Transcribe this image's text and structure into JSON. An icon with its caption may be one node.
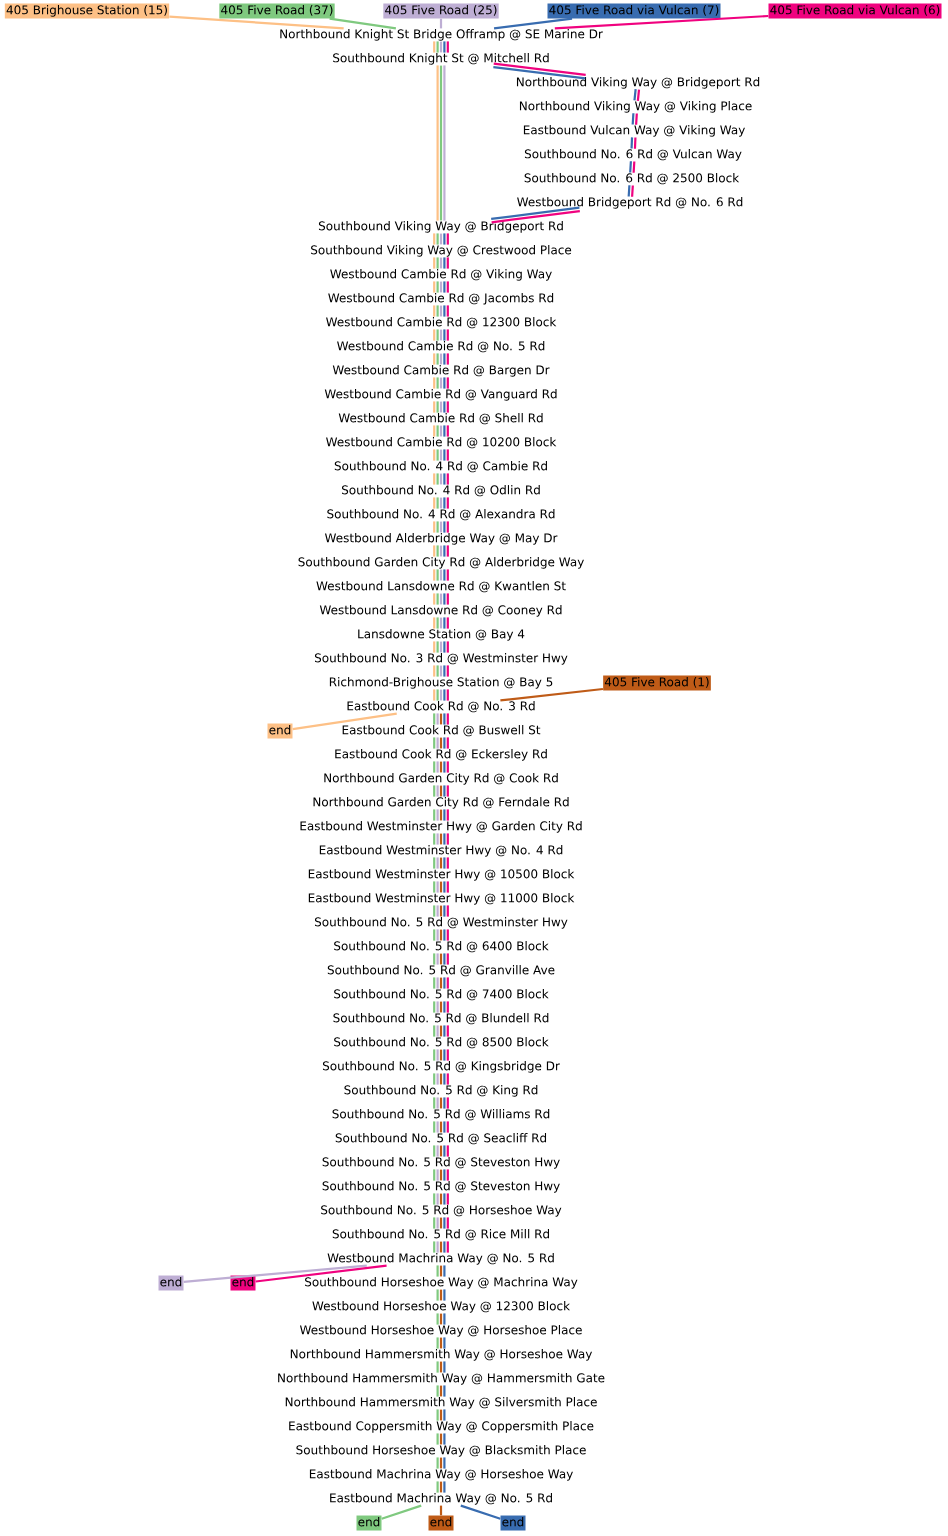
{
  "diagram": {
    "nodes": [
      {
        "text": [
          "405 Brighouse Station (15)"
        ]
      },
      {
        "text": [
          "405 Five Road (37)"
        ]
      },
      {
        "text": [
          "405 Five Road (25)"
        ]
      },
      {
        "text": [
          "405 Five Road via Vulcan (7)"
        ]
      },
      {
        "text": [
          "405 Five Road via Vulcan (6)"
        ]
      },
      {
        "text": [
          "Northbound Knight St Bridge Offramp @ SE Marine Dr"
        ]
      },
      {
        "text": [
          "Southbound Knight St @ Mitchell Rd"
        ]
      },
      {
        "text": [
          "Northbound Viking Way @ Bridgeport Rd"
        ]
      },
      {
        "text": [
          "Northbound Viking Way @ Viking Place"
        ]
      },
      {
        "text": [
          "Eastbound Vulcan Way @ Viking Way"
        ]
      },
      {
        "text": [
          "Southbound No. 6 Rd @ Vulcan Way"
        ]
      },
      {
        "text": [
          "Southbound No. 6 Rd @ 2500 Block"
        ]
      },
      {
        "text": [
          "Westbound Bridgeport Rd @ No. 6 Rd"
        ]
      },
      {
        "text": [
          "Southbound Viking Way @ Bridgeport Rd"
        ]
      },
      {
        "text": [
          "Southbound Viking Way @ Crestwood Place"
        ]
      },
      {
        "text": [
          "Westbound Cambie Rd @ Viking Way"
        ]
      },
      {
        "text": [
          "Westbound Cambie Rd @ Jacombs Rd"
        ]
      },
      {
        "text": [
          "Westbound Cambie Rd @ 12300 Block"
        ]
      },
      {
        "text": [
          "Westbound Cambie Rd @ No. 5 Rd"
        ]
      },
      {
        "text": [
          "Westbound Cambie Rd @ Bargen Dr"
        ]
      },
      {
        "text": [
          "Westbound Cambie Rd @ Vanguard Rd"
        ]
      },
      {
        "text": [
          "Westbound Cambie Rd @ Shell Rd"
        ]
      },
      {
        "text": [
          "Westbound Cambie Rd @ 10200 Block"
        ]
      },
      {
        "text": [
          "Southbound No. 4 Rd @ Cambie Rd"
        ]
      },
      {
        "text": [
          "Southbound No. 4 Rd @ Odlin Rd"
        ]
      },
      {
        "text": [
          "Southbound No. 4 Rd @ Alexandra Rd"
        ]
      },
      {
        "text": [
          "Westbound Alderbridge Way @ May Dr"
        ]
      },
      {
        "text": [
          "Southbound Garden City Rd @ Alderbridge Way"
        ]
      },
      {
        "text": [
          "Westbound Lansdowne Rd @ Kwantlen St"
        ]
      },
      {
        "text": [
          "Westbound Lansdowne Rd @ Cooney Rd"
        ]
      },
      {
        "text": [
          "Lansdowne Station @ Bay 4"
        ]
      },
      {
        "text": [
          "Southbound No. 3 Rd @ Westminster Hwy"
        ]
      },
      {
        "text": [
          "Richmond-Brighouse Station @ Bay 5"
        ]
      },
      {
        "text": [
          "405 Five Road (1)"
        ]
      },
      {
        "text": [
          "Eastbound Cook Rd @ No. 3 Rd"
        ]
      },
      {
        "text": [
          "end"
        ]
      },
      {
        "text": [
          "Eastbound Cook Rd @ Buswell St"
        ]
      },
      {
        "text": [
          "Eastbound Cook Rd @ Eckersley Rd"
        ]
      },
      {
        "text": [
          "Northbound Garden City Rd @ Cook Rd"
        ]
      },
      {
        "text": [
          "Northbound Garden City Rd @ Ferndale Rd"
        ]
      },
      {
        "text": [
          "Eastbound Westminster Hwy @ Garden City Rd"
        ]
      },
      {
        "text": [
          "Eastbound Westminster Hwy @ No. 4 Rd"
        ]
      },
      {
        "text": [
          "Eastbound Westminster Hwy @ 10500 Block"
        ]
      },
      {
        "text": [
          "Eastbound Westminster Hwy @ 11000 Block"
        ]
      },
      {
        "text": [
          "Southbound No. 5 Rd @ Westminster Hwy"
        ]
      },
      {
        "text": [
          "Southbound No. 5 Rd @ 6400 Block"
        ]
      },
      {
        "text": [
          "Southbound No. 5 Rd @ Granville Ave"
        ]
      },
      {
        "text": [
          "Southbound No. 5 Rd @ 7400 Block"
        ]
      },
      {
        "text": [
          "Southbound No. 5 Rd @ Blundell Rd"
        ]
      },
      {
        "text": [
          "Southbound No. 5 Rd @ 8500 Block"
        ]
      },
      {
        "text": [
          "Southbound No. 5 Rd @ Kingsbridge Dr"
        ]
      },
      {
        "text": [
          "Southbound No. 5 Rd @ King Rd"
        ]
      },
      {
        "text": [
          "Southbound No. 5 Rd @ Williams Rd"
        ]
      },
      {
        "text": [
          "Southbound No. 5 Rd @ Seacliff Rd"
        ]
      },
      {
        "text": [
          "Southbound No. 5 Rd @ Steveston Hwy"
        ]
      },
      {
        "text": [
          "Southbound No. 5 Rd @ Steveston Hwy"
        ]
      },
      {
        "text": [
          "Southbound No. 5 Rd @ Horseshoe Way"
        ]
      },
      {
        "text": [
          "Southbound No. 5 Rd @ Rice Mill Rd"
        ]
      },
      {
        "text": [
          "Westbound Machrina Way @ No. 5 Rd"
        ]
      },
      {
        "text": [
          "end"
        ]
      },
      {
        "text": [
          "end"
        ]
      },
      {
        "text": [
          "Southbound Horseshoe Way @ Machrina Way"
        ]
      },
      {
        "text": [
          "Westbound Horseshoe Way @ 12300 Block"
        ]
      },
      {
        "text": [
          "Westbound Horseshoe Way @ Horseshoe Place"
        ]
      },
      {
        "text": [
          "Northbound Hammersmith Way @ Horseshoe Way"
        ]
      },
      {
        "text": [
          "Northbound Hammersmith Way @ Hammersmith Gate"
        ]
      },
      {
        "text": [
          "Northbound Hammersmith Way @ Silversmith Place"
        ]
      },
      {
        "text": [
          "Eastbound Coppersmith Way @ Coppersmith Place"
        ]
      },
      {
        "text": [
          "Southbound Horseshoe Way @ Blacksmith Place"
        ]
      },
      {
        "text": [
          "Eastbound Machrina Way @ Horseshoe Way"
        ]
      },
      {
        "text": [
          "Eastbound Machrina Way @ No. 5 Rd"
        ]
      },
      {
        "text": [
          "end"
        ]
      },
      {
        "text": [
          "end"
        ]
      },
      {
        "text": [
          "end"
        ]
      }
    ],
    "edges": [
      {
        "from": 0,
        "to": 5,
        "arrow": "none",
        "color": "#fdc086"
      },
      {
        "from": 5,
        "to": 6,
        "arrow": "none",
        "color": "#fdc086"
      },
      {
        "from": 6,
        "to": 13,
        "arrow": "none",
        "color": "#fdc086"
      },
      {
        "from": 13,
        "to": 14,
        "arrow": "none",
        "color": "#fdc086"
      },
      {
        "from": 14,
        "to": 15,
        "arrow": "none",
        "color": "#fdc086"
      },
      {
        "from": 15,
        "to": 16,
        "arrow": "none",
        "color": "#fdc086"
      },
      {
        "from": 16,
        "to": 17,
        "arrow": "none",
        "color": "#fdc086"
      },
      {
        "from": 17,
        "to": 18,
        "arrow": "none",
        "color": "#fdc086"
      },
      {
        "from": 18,
        "to": 19,
        "arrow": "none",
        "color": "#fdc086"
      },
      {
        "from": 19,
        "to": 20,
        "arrow": "none",
        "color": "#fdc086"
      },
      {
        "from": 20,
        "to": 21,
        "arrow": "none",
        "color": "#fdc086"
      },
      {
        "from": 21,
        "to": 22,
        "arrow": "none",
        "color": "#fdc086"
      },
      {
        "from": 22,
        "to": 23,
        "arrow": "none",
        "color": "#fdc086"
      },
      {
        "from": 23,
        "to": 24,
        "arrow": "none",
        "color": "#fdc086"
      },
      {
        "from": 24,
        "to": 25,
        "arrow": "none",
        "color": "#fdc086"
      },
      {
        "from": 25,
        "to": 26,
        "arrow": "none",
        "color": "#fdc086"
      },
      {
        "from": 26,
        "to": 27,
        "arrow": "none",
        "color": "#fdc086"
      },
      {
        "from": 27,
        "to": 28,
        "arrow": "none",
        "color": "#fdc086"
      },
      {
        "from": 28,
        "to": 29,
        "arrow": "none",
        "color": "#fdc086"
      },
      {
        "from": 29,
        "to": 30,
        "arrow": "none",
        "color": "#fdc086"
      },
      {
        "from": 30,
        "to": 31,
        "arrow": "none",
        "color": "#fdc086"
      },
      {
        "from": 31,
        "to": 32,
        "arrow": "none",
        "color": "#fdc086"
      },
      {
        "from": 32,
        "to": 34,
        "arrow": "none",
        "color": "#fdc086"
      },
      {
        "from": 34,
        "to": 35,
        "arrow": "none",
        "color": "#fdc086"
      },
      {
        "from": 1,
        "to": 5,
        "arrow": "none",
        "color": "#7fc97f"
      },
      {
        "from": 5,
        "to": 6,
        "arrow": "none",
        "color": "#7fc97f"
      },
      {
        "from": 6,
        "to": 13,
        "arrow": "none",
        "color": "#7fc97f"
      },
      {
        "from": 13,
        "to": 14,
        "arrow": "none",
        "color": "#7fc97f"
      },
      {
        "from": 14,
        "to": 15,
        "arrow": "none",
        "color": "#7fc97f"
      },
      {
        "from": 15,
        "to": 16,
        "arrow": "none",
        "color": "#7fc97f"
      },
      {
        "from": 16,
        "to": 17,
        "arrow": "none",
        "color": "#7fc97f"
      },
      {
        "from": 17,
        "to": 18,
        "arrow": "none",
        "color": "#7fc97f"
      },
      {
        "from": 18,
        "to": 19,
        "arrow": "none",
        "color": "#7fc97f"
      },
      {
        "from": 19,
        "to": 20,
        "arrow": "none",
        "color": "#7fc97f"
      },
      {
        "from": 20,
        "to": 21,
        "arrow": "none",
        "color": "#7fc97f"
      },
      {
        "from": 21,
        "to": 22,
        "arrow": "none",
        "color": "#7fc97f"
      },
      {
        "from": 22,
        "to": 23,
        "arrow": "none",
        "color": "#7fc97f"
      },
      {
        "from": 23,
        "to": 24,
        "arrow": "none",
        "color": "#7fc97f"
      },
      {
        "from": 24,
        "to": 25,
        "arrow": "none",
        "color": "#7fc97f"
      },
      {
        "from": 25,
        "to": 26,
        "arrow": "none",
        "color": "#7fc97f"
      },
      {
        "from": 26,
        "to": 27,
        "arrow": "none",
        "color": "#7fc97f"
      },
      {
        "from": 27,
        "to": 28,
        "arrow": "none",
        "color": "#7fc97f"
      },
      {
        "from": 28,
        "to": 29,
        "arrow": "none",
        "color": "#7fc97f"
      },
      {
        "from": 29,
        "to": 30,
        "arrow": "none",
        "color": "#7fc97f"
      },
      {
        "from": 30,
        "to": 31,
        "arrow": "none",
        "color": "#7fc97f"
      },
      {
        "from": 31,
        "to": 32,
        "arrow": "none",
        "color": "#7fc97f"
      },
      {
        "from": 32,
        "to": 34,
        "arrow": "none",
        "color": "#7fc97f"
      },
      {
        "from": 34,
        "to": 36,
        "arrow": "none",
        "color": "#7fc97f"
      },
      {
        "from": 36,
        "to": 37,
        "arrow": "none",
        "color": "#7fc97f"
      },
      {
        "from": 37,
        "to": 38,
        "arrow": "none",
        "color": "#7fc97f"
      },
      {
        "from": 38,
        "to": 39,
        "arrow": "none",
        "color": "#7fc97f"
      },
      {
        "from": 39,
        "to": 40,
        "arrow": "none",
        "color": "#7fc97f"
      },
      {
        "from": 40,
        "to": 41,
        "arrow": "none",
        "color": "#7fc97f"
      },
      {
        "from": 41,
        "to": 42,
        "arrow": "none",
        "color": "#7fc97f"
      },
      {
        "from": 42,
        "to": 43,
        "arrow": "none",
        "color": "#7fc97f"
      },
      {
        "from": 43,
        "to": 44,
        "arrow": "none",
        "color": "#7fc97f"
      },
      {
        "from": 44,
        "to": 45,
        "arrow": "none",
        "color": "#7fc97f"
      },
      {
        "from": 45,
        "to": 46,
        "arrow": "none",
        "color": "#7fc97f"
      },
      {
        "from": 46,
        "to": 47,
        "arrow": "none",
        "color": "#7fc97f"
      },
      {
        "from": 47,
        "to": 48,
        "arrow": "none",
        "color": "#7fc97f"
      },
      {
        "from": 48,
        "to": 49,
        "arrow": "none",
        "color": "#7fc97f"
      },
      {
        "from": 49,
        "to": 50,
        "arrow": "none",
        "color": "#7fc97f"
      },
      {
        "from": 50,
        "to": 51,
        "arrow": "none",
        "color": "#7fc97f"
      },
      {
        "from": 51,
        "to": 52,
        "arrow": "none",
        "color": "#7fc97f"
      },
      {
        "from": 52,
        "to": 53,
        "arrow": "none",
        "color": "#7fc97f"
      },
      {
        "from": 53,
        "to": 54,
        "arrow": "none",
        "color": "#7fc97f"
      },
      {
        "from": 54,
        "to": 55,
        "arrow": "none",
        "color": "#7fc97f"
      },
      {
        "from": 55,
        "to": 56,
        "arrow": "none",
        "color": "#7fc97f"
      },
      {
        "from": 56,
        "to": 57,
        "arrow": "none",
        "color": "#7fc97f"
      },
      {
        "from": 57,
        "to": 58,
        "arrow": "none",
        "color": "#7fc97f"
      },
      {
        "from": 58,
        "to": 61,
        "arrow": "none",
        "color": "#7fc97f"
      },
      {
        "from": 61,
        "to": 62,
        "arrow": "none",
        "color": "#7fc97f"
      },
      {
        "from": 62,
        "to": 63,
        "arrow": "none",
        "color": "#7fc97f"
      },
      {
        "from": 63,
        "to": 64,
        "arrow": "none",
        "color": "#7fc97f"
      },
      {
        "from": 64,
        "to": 65,
        "arrow": "none",
        "color": "#7fc97f"
      },
      {
        "from": 65,
        "to": 66,
        "arrow": "none",
        "color": "#7fc97f"
      },
      {
        "from": 66,
        "to": 67,
        "arrow": "none",
        "color": "#7fc97f"
      },
      {
        "from": 67,
        "to": 68,
        "arrow": "none",
        "color": "#7fc97f"
      },
      {
        "from": 68,
        "to": 69,
        "arrow": "none",
        "color": "#7fc97f"
      },
      {
        "from": 69,
        "to": 70,
        "arrow": "none",
        "color": "#7fc97f"
      },
      {
        "from": 70,
        "to": 71,
        "arrow": "none",
        "color": "#7fc97f"
      },
      {
        "from": 2,
        "to": 5,
        "arrow": "none",
        "color": "#beaed4"
      },
      {
        "from": 5,
        "to": 6,
        "arrow": "none",
        "color": "#beaed4"
      },
      {
        "from": 6,
        "to": 13,
        "arrow": "none",
        "color": "#beaed4"
      },
      {
        "from": 13,
        "to": 14,
        "arrow": "none",
        "color": "#beaed4"
      },
      {
        "from": 14,
        "to": 15,
        "arrow": "none",
        "color": "#beaed4"
      },
      {
        "from": 15,
        "to": 16,
        "arrow": "none",
        "color": "#beaed4"
      },
      {
        "from": 16,
        "to": 17,
        "arrow": "none",
        "color": "#beaed4"
      },
      {
        "from": 17,
        "to": 18,
        "arrow": "none",
        "color": "#beaed4"
      },
      {
        "from": 18,
        "to": 19,
        "arrow": "none",
        "color": "#beaed4"
      },
      {
        "from": 19,
        "to": 20,
        "arrow": "none",
        "color": "#beaed4"
      },
      {
        "from": 20,
        "to": 21,
        "arrow": "none",
        "color": "#beaed4"
      },
      {
        "from": 21,
        "to": 22,
        "arrow": "none",
        "color": "#beaed4"
      },
      {
        "from": 22,
        "to": 23,
        "arrow": "none",
        "color": "#beaed4"
      },
      {
        "from": 23,
        "to": 24,
        "arrow": "none",
        "color": "#beaed4"
      },
      {
        "from": 24,
        "to": 25,
        "arrow": "none",
        "color": "#beaed4"
      },
      {
        "from": 25,
        "to": 26,
        "arrow": "none",
        "color": "#beaed4"
      },
      {
        "from": 26,
        "to": 27,
        "arrow": "none",
        "color": "#beaed4"
      },
      {
        "from": 27,
        "to": 28,
        "arrow": "none",
        "color": "#beaed4"
      },
      {
        "from": 28,
        "to": 29,
        "arrow": "none",
        "color": "#beaed4"
      },
      {
        "from": 29,
        "to": 30,
        "arrow": "none",
        "color": "#beaed4"
      },
      {
        "from": 30,
        "to": 31,
        "arrow": "none",
        "color": "#beaed4"
      },
      {
        "from": 31,
        "to": 32,
        "arrow": "none",
        "color": "#beaed4"
      },
      {
        "from": 32,
        "to": 34,
        "arrow": "none",
        "color": "#beaed4"
      },
      {
        "from": 34,
        "to": 36,
        "arrow": "none",
        "color": "#beaed4"
      },
      {
        "from": 36,
        "to": 37,
        "arrow": "none",
        "color": "#beaed4"
      },
      {
        "from": 37,
        "to": 38,
        "arrow": "none",
        "color": "#beaed4"
      },
      {
        "from": 38,
        "to": 39,
        "arrow": "none",
        "color": "#beaed4"
      },
      {
        "from": 39,
        "to": 40,
        "arrow": "none",
        "color": "#beaed4"
      },
      {
        "from": 40,
        "to": 41,
        "arrow": "none",
        "color": "#beaed4"
      },
      {
        "from": 41,
        "to": 42,
        "arrow": "none",
        "color": "#beaed4"
      },
      {
        "from": 42,
        "to": 43,
        "arrow": "none",
        "color": "#beaed4"
      },
      {
        "from": 43,
        "to": 44,
        "arrow": "none",
        "color": "#beaed4"
      },
      {
        "from": 44,
        "to": 45,
        "arrow": "none",
        "color": "#beaed4"
      },
      {
        "from": 45,
        "to": 46,
        "arrow": "none",
        "color": "#beaed4"
      },
      {
        "from": 46,
        "to": 47,
        "arrow": "none",
        "color": "#beaed4"
      },
      {
        "from": 47,
        "to": 48,
        "arrow": "none",
        "color": "#beaed4"
      },
      {
        "from": 48,
        "to": 49,
        "arrow": "none",
        "color": "#beaed4"
      },
      {
        "from": 49,
        "to": 50,
        "arrow": "none",
        "color": "#beaed4"
      },
      {
        "from": 50,
        "to": 51,
        "arrow": "none",
        "color": "#beaed4"
      },
      {
        "from": 51,
        "to": 52,
        "arrow": "none",
        "color": "#beaed4"
      },
      {
        "from": 52,
        "to": 53,
        "arrow": "none",
        "color": "#beaed4"
      },
      {
        "from": 53,
        "to": 54,
        "arrow": "none",
        "color": "#beaed4"
      },
      {
        "from": 54,
        "to": 55,
        "arrow": "none",
        "color": "#beaed4"
      },
      {
        "from": 55,
        "to": 56,
        "arrow": "none",
        "color": "#beaed4"
      },
      {
        "from": 56,
        "to": 57,
        "arrow": "none",
        "color": "#beaed4"
      },
      {
        "from": 57,
        "to": 58,
        "arrow": "none",
        "color": "#beaed4"
      },
      {
        "from": 58,
        "to": 59,
        "arrow": "none",
        "color": "#beaed4"
      },
      {
        "from": 33,
        "to": 34,
        "arrow": "none",
        "color": "#bf5b17"
      },
      {
        "from": 34,
        "to": 36,
        "arrow": "none",
        "color": "#bf5b17"
      },
      {
        "from": 36,
        "to": 37,
        "arrow": "none",
        "color": "#bf5b17"
      },
      {
        "from": 37,
        "to": 38,
        "arrow": "none",
        "color": "#bf5b17"
      },
      {
        "from": 38,
        "to": 39,
        "arrow": "none",
        "color": "#bf5b17"
      },
      {
        "from": 39,
        "to": 40,
        "arrow": "none",
        "color": "#bf5b17"
      },
      {
        "from": 40,
        "to": 41,
        "arrow": "none",
        "color": "#bf5b17"
      },
      {
        "from": 41,
        "to": 42,
        "arrow": "none",
        "color": "#bf5b17"
      },
      {
        "from": 42,
        "to": 43,
        "arrow": "none",
        "color": "#bf5b17"
      },
      {
        "from": 43,
        "to": 44,
        "arrow": "none",
        "color": "#bf5b17"
      },
      {
        "from": 44,
        "to": 45,
        "arrow": "none",
        "color": "#bf5b17"
      },
      {
        "from": 45,
        "to": 46,
        "arrow": "none",
        "color": "#bf5b17"
      },
      {
        "from": 46,
        "to": 47,
        "arrow": "none",
        "color": "#bf5b17"
      },
      {
        "from": 47,
        "to": 48,
        "arrow": "none",
        "color": "#bf5b17"
      },
      {
        "from": 48,
        "to": 49,
        "arrow": "none",
        "color": "#bf5b17"
      },
      {
        "from": 49,
        "to": 50,
        "arrow": "none",
        "color": "#bf5b17"
      },
      {
        "from": 50,
        "to": 51,
        "arrow": "none",
        "color": "#bf5b17"
      },
      {
        "from": 51,
        "to": 52,
        "arrow": "none",
        "color": "#bf5b17"
      },
      {
        "from": 52,
        "to": 53,
        "arrow": "none",
        "color": "#bf5b17"
      },
      {
        "from": 53,
        "to": 54,
        "arrow": "none",
        "color": "#bf5b17"
      },
      {
        "from": 54,
        "to": 55,
        "arrow": "none",
        "color": "#bf5b17"
      },
      {
        "from": 55,
        "to": 56,
        "arrow": "none",
        "color": "#bf5b17"
      },
      {
        "from": 56,
        "to": 57,
        "arrow": "none",
        "color": "#bf5b17"
      },
      {
        "from": 57,
        "to": 58,
        "arrow": "none",
        "color": "#bf5b17"
      },
      {
        "from": 58,
        "to": 61,
        "arrow": "none",
        "color": "#bf5b17"
      },
      {
        "from": 61,
        "to": 62,
        "arrow": "none",
        "color": "#bf5b17"
      },
      {
        "from": 62,
        "to": 63,
        "arrow": "none",
        "color": "#bf5b17"
      },
      {
        "from": 63,
        "to": 64,
        "arrow": "none",
        "color": "#bf5b17"
      },
      {
        "from": 64,
        "to": 65,
        "arrow": "none",
        "color": "#bf5b17"
      },
      {
        "from": 65,
        "to": 66,
        "arrow": "none",
        "color": "#bf5b17"
      },
      {
        "from": 66,
        "to": 67,
        "arrow": "none",
        "color": "#bf5b17"
      },
      {
        "from": 67,
        "to": 68,
        "arrow": "none",
        "color": "#bf5b17"
      },
      {
        "from": 68,
        "to": 69,
        "arrow": "none",
        "color": "#bf5b17"
      },
      {
        "from": 69,
        "to": 70,
        "arrow": "none",
        "color": "#bf5b17"
      },
      {
        "from": 70,
        "to": 72,
        "arrow": "none",
        "color": "#bf5b17"
      },
      {
        "from": 3,
        "to": 5,
        "arrow": "none",
        "color": "#386cb0"
      },
      {
        "from": 5,
        "to": 6,
        "arrow": "none",
        "color": "#386cb0"
      },
      {
        "from": 6,
        "to": 7,
        "arrow": "none",
        "color": "#386cb0"
      },
      {
        "from": 7,
        "to": 8,
        "arrow": "none",
        "color": "#386cb0"
      },
      {
        "from": 8,
        "to": 9,
        "arrow": "none",
        "color": "#386cb0"
      },
      {
        "from": 9,
        "to": 10,
        "arrow": "none",
        "color": "#386cb0"
      },
      {
        "from": 10,
        "to": 11,
        "arrow": "none",
        "color": "#386cb0"
      },
      {
        "from": 11,
        "to": 12,
        "arrow": "none",
        "color": "#386cb0"
      },
      {
        "from": 12,
        "to": 13,
        "arrow": "none",
        "color": "#386cb0"
      },
      {
        "from": 13,
        "to": 14,
        "arrow": "none",
        "color": "#386cb0"
      },
      {
        "from": 14,
        "to": 15,
        "arrow": "none",
        "color": "#386cb0"
      },
      {
        "from": 15,
        "to": 16,
        "arrow": "none",
        "color": "#386cb0"
      },
      {
        "from": 16,
        "to": 17,
        "arrow": "none",
        "color": "#386cb0"
      },
      {
        "from": 17,
        "to": 18,
        "arrow": "none",
        "color": "#386cb0"
      },
      {
        "from": 18,
        "to": 19,
        "arrow": "none",
        "color": "#386cb0"
      },
      {
        "from": 19,
        "to": 20,
        "arrow": "none",
        "color": "#386cb0"
      },
      {
        "from": 20,
        "to": 21,
        "arrow": "none",
        "color": "#386cb0"
      },
      {
        "from": 21,
        "to": 22,
        "arrow": "none",
        "color": "#386cb0"
      },
      {
        "from": 22,
        "to": 23,
        "arrow": "none",
        "color": "#386cb0"
      },
      {
        "from": 23,
        "to": 24,
        "arrow": "none",
        "color": "#386cb0"
      },
      {
        "from": 24,
        "to": 25,
        "arrow": "none",
        "color": "#386cb0"
      },
      {
        "from": 25,
        "to": 26,
        "arrow": "none",
        "color": "#386cb0"
      },
      {
        "from": 26,
        "to": 27,
        "arrow": "none",
        "color": "#386cb0"
      },
      {
        "from": 27,
        "to": 28,
        "arrow": "none",
        "color": "#386cb0"
      },
      {
        "from": 28,
        "to": 29,
        "arrow": "none",
        "color": "#386cb0"
      },
      {
        "from": 29,
        "to": 30,
        "arrow": "none",
        "color": "#386cb0"
      },
      {
        "from": 30,
        "to": 31,
        "arrow": "none",
        "color": "#386cb0"
      },
      {
        "from": 31,
        "to": 32,
        "arrow": "none",
        "color": "#386cb0"
      },
      {
        "from": 32,
        "to": 34,
        "arrow": "none",
        "color": "#386cb0"
      },
      {
        "from": 34,
        "to": 36,
        "arrow": "none",
        "color": "#386cb0"
      },
      {
        "from": 36,
        "to": 37,
        "arrow": "none",
        "color": "#386cb0"
      },
      {
        "from": 37,
        "to": 38,
        "arrow": "none",
        "color": "#386cb0"
      },
      {
        "from": 38,
        "to": 39,
        "arrow": "none",
        "color": "#386cb0"
      },
      {
        "from": 39,
        "to": 40,
        "arrow": "none",
        "color": "#386cb0"
      },
      {
        "from": 40,
        "to": 41,
        "arrow": "none",
        "color": "#386cb0"
      },
      {
        "from": 41,
        "to": 42,
        "arrow": "none",
        "color": "#386cb0"
      },
      {
        "from": 42,
        "to": 43,
        "arrow": "none",
        "color": "#386cb0"
      },
      {
        "from": 43,
        "to": 44,
        "arrow": "none",
        "color": "#386cb0"
      },
      {
        "from": 44,
        "to": 45,
        "arrow": "none",
        "color": "#386cb0"
      },
      {
        "from": 45,
        "to": 46,
        "arrow": "none",
        "color": "#386cb0"
      },
      {
        "from": 46,
        "to": 47,
        "arrow": "none",
        "color": "#386cb0"
      },
      {
        "from": 47,
        "to": 48,
        "arrow": "none",
        "color": "#386cb0"
      },
      {
        "from": 48,
        "to": 49,
        "arrow": "none",
        "color": "#386cb0"
      },
      {
        "from": 49,
        "to": 50,
        "arrow": "none",
        "color": "#386cb0"
      },
      {
        "from": 50,
        "to": 51,
        "arrow": "none",
        "color": "#386cb0"
      },
      {
        "from": 51,
        "to": 52,
        "arrow": "none",
        "color": "#386cb0"
      },
      {
        "from": 52,
        "to": 53,
        "arrow": "none",
        "color": "#386cb0"
      },
      {
        "from": 53,
        "to": 54,
        "arrow": "none",
        "color": "#386cb0"
      },
      {
        "from": 54,
        "to": 55,
        "arrow": "none",
        "color": "#386cb0"
      },
      {
        "from": 55,
        "to": 56,
        "arrow": "none",
        "color": "#386cb0"
      },
      {
        "from": 56,
        "to": 57,
        "arrow": "none",
        "color": "#386cb0"
      },
      {
        "from": 57,
        "to": 58,
        "arrow": "none",
        "color": "#386cb0"
      },
      {
        "from": 58,
        "to": 61,
        "arrow": "none",
        "color": "#386cb0"
      },
      {
        "from": 61,
        "to": 62,
        "arrow": "none",
        "color": "#386cb0"
      },
      {
        "from": 62,
        "to": 63,
        "arrow": "none",
        "color": "#386cb0"
      },
      {
        "from": 63,
        "to": 64,
        "arrow": "none",
        "color": "#386cb0"
      },
      {
        "from": 64,
        "to": 65,
        "arrow": "none",
        "color": "#386cb0"
      },
      {
        "from": 65,
        "to": 66,
        "arrow": "none",
        "color": "#386cb0"
      },
      {
        "from": 66,
        "to": 67,
        "arrow": "none",
        "color": "#386cb0"
      },
      {
        "from": 67,
        "to": 68,
        "arrow": "none",
        "color": "#386cb0"
      },
      {
        "from": 68,
        "to": 69,
        "arrow": "none",
        "color": "#386cb0"
      },
      {
        "from": 69,
        "to": 70,
        "arrow": "none",
        "color": "#386cb0"
      },
      {
        "from": 70,
        "to": 73,
        "arrow": "none",
        "color": "#386cb0"
      },
      {
        "from": 4,
        "to": 5,
        "arrow": "none",
        "color": "#f0027f"
      },
      {
        "from": 5,
        "to": 6,
        "arrow": "none",
        "color": "#f0027f"
      },
      {
        "from": 6,
        "to": 7,
        "arrow": "none",
        "color": "#f0027f"
      },
      {
        "from": 7,
        "to": 8,
        "arrow": "none",
        "color": "#f0027f"
      },
      {
        "from": 8,
        "to": 9,
        "arrow": "none",
        "color": "#f0027f"
      },
      {
        "from": 9,
        "to": 10,
        "arrow": "none",
        "color": "#f0027f"
      },
      {
        "from": 10,
        "to": 11,
        "arrow": "none",
        "color": "#f0027f"
      },
      {
        "from": 11,
        "to": 12,
        "arrow": "none",
        "color": "#f0027f"
      },
      {
        "from": 12,
        "to": 13,
        "arrow": "none",
        "color": "#f0027f"
      },
      {
        "from": 13,
        "to": 14,
        "arrow": "none",
        "color": "#f0027f"
      },
      {
        "from": 14,
        "to": 15,
        "arrow": "none",
        "color": "#f0027f"
      },
      {
        "from": 15,
        "to": 16,
        "arrow": "none",
        "color": "#f0027f"
      },
      {
        "from": 16,
        "to": 17,
        "arrow": "none",
        "color": "#f0027f"
      },
      {
        "from": 17,
        "to": 18,
        "arrow": "none",
        "color": "#f0027f"
      },
      {
        "from": 18,
        "to": 19,
        "arrow": "none",
        "color": "#f0027f"
      },
      {
        "from": 19,
        "to": 20,
        "arrow": "none",
        "color": "#f0027f"
      },
      {
        "from": 20,
        "to": 21,
        "arrow": "none",
        "color": "#f0027f"
      },
      {
        "from": 21,
        "to": 22,
        "arrow": "none",
        "color": "#f0027f"
      },
      {
        "from": 22,
        "to": 23,
        "arrow": "none",
        "color": "#f0027f"
      },
      {
        "from": 23,
        "to": 24,
        "arrow": "none",
        "color": "#f0027f"
      },
      {
        "from": 24,
        "to": 25,
        "arrow": "none",
        "color": "#f0027f"
      },
      {
        "from": 25,
        "to": 26,
        "arrow": "none",
        "color": "#f0027f"
      },
      {
        "from": 26,
        "to": 27,
        "arrow": "none",
        "color": "#f0027f"
      },
      {
        "from": 27,
        "to": 28,
        "arrow": "none",
        "color": "#f0027f"
      },
      {
        "from": 28,
        "to": 29,
        "arrow": "none",
        "color": "#f0027f"
      },
      {
        "from": 29,
        "to": 30,
        "arrow": "none",
        "color": "#f0027f"
      },
      {
        "from": 30,
        "to": 31,
        "arrow": "none",
        "color": "#f0027f"
      },
      {
        "from": 31,
        "to": 32,
        "arrow": "none",
        "color": "#f0027f"
      },
      {
        "from": 32,
        "to": 34,
        "arrow": "none",
        "color": "#f0027f"
      },
      {
        "from": 34,
        "to": 36,
        "arrow": "none",
        "color": "#f0027f"
      },
      {
        "from": 36,
        "to": 37,
        "arrow": "none",
        "color": "#f0027f"
      },
      {
        "from": 37,
        "to": 38,
        "arrow": "none",
        "color": "#f0027f"
      },
      {
        "from": 38,
        "to": 39,
        "arrow": "none",
        "color": "#f0027f"
      },
      {
        "from": 39,
        "to": 40,
        "arrow": "none",
        "color": "#f0027f"
      },
      {
        "from": 40,
        "to": 41,
        "arrow": "none",
        "color": "#f0027f"
      },
      {
        "from": 41,
        "to": 42,
        "arrow": "none",
        "color": "#f0027f"
      },
      {
        "from": 42,
        "to": 43,
        "arrow": "none",
        "color": "#f0027f"
      },
      {
        "from": 43,
        "to": 44,
        "arrow": "none",
        "color": "#f0027f"
      },
      {
        "from": 44,
        "to": 45,
        "arrow": "none",
        "color": "#f0027f"
      },
      {
        "from": 45,
        "to": 46,
        "arrow": "none",
        "color": "#f0027f"
      },
      {
        "from": 46,
        "to": 47,
        "arrow": "none",
        "color": "#f0027f"
      },
      {
        "from": 47,
        "to": 48,
        "arrow": "none",
        "color": "#f0027f"
      },
      {
        "from": 48,
        "to": 49,
        "arrow": "none",
        "color": "#f0027f"
      },
      {
        "from": 49,
        "to": 50,
        "arrow": "none",
        "color": "#f0027f"
      },
      {
        "from": 50,
        "to": 51,
        "arrow": "none",
        "color": "#f0027f"
      },
      {
        "from": 51,
        "to": 52,
        "arrow": "none",
        "color": "#f0027f"
      },
      {
        "from": 52,
        "to": 53,
        "arrow": "none",
        "color": "#f0027f"
      },
      {
        "from": 53,
        "to": 54,
        "arrow": "none",
        "color": "#f0027f"
      },
      {
        "from": 54,
        "to": 55,
        "arrow": "none",
        "color": "#f0027f"
      },
      {
        "from": 55,
        "to": 56,
        "arrow": "none",
        "color": "#f0027f"
      },
      {
        "from": 56,
        "to": 57,
        "arrow": "none",
        "color": "#f0027f"
      },
      {
        "from": 57,
        "to": 58,
        "arrow": "none",
        "color": "#f0027f"
      },
      {
        "from": 58,
        "to": 60,
        "arrow": "none",
        "color": "#f0027f"
      }
    ]
  }
}
